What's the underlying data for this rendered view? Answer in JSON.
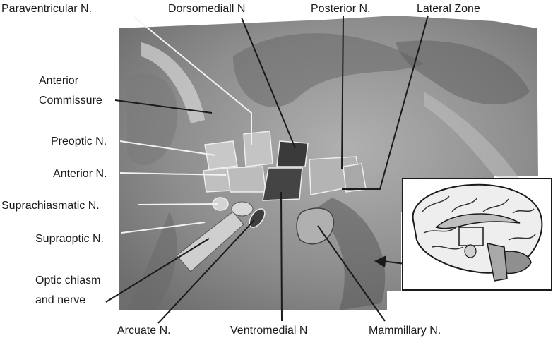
{
  "labels": {
    "paraventricular": "Paraventricular N.",
    "dorsomedial": "Dorsomediall N",
    "posterior": "Posterior N.",
    "lateral_zone": "Lateral Zone",
    "anterior_commissure_line1": "Anterior",
    "anterior_commissure_line2": "Commissure",
    "preoptic": "Preoptic N.",
    "anterior": "Anterior N.",
    "suprachiasmatic": "Suprachiasmatic N.",
    "supraoptic": "Supraoptic N.",
    "optic_chiasm_line1": "Optic chiasm",
    "optic_chiasm_line2": "and nerve",
    "arcuate": "Arcuate N.",
    "ventromedial": "Ventromedial N",
    "mammillary": "Mammillary N."
  },
  "colors": {
    "background": "#ffffff",
    "tissue": "#9a9a9a",
    "tissue_dark": "#5a5a5a",
    "nucleus_light": "#b8b8b8",
    "nucleus_dark": "#3c3c3c",
    "leader_line": "#1a1a1a",
    "inset_border": "#1a1a1a"
  }
}
